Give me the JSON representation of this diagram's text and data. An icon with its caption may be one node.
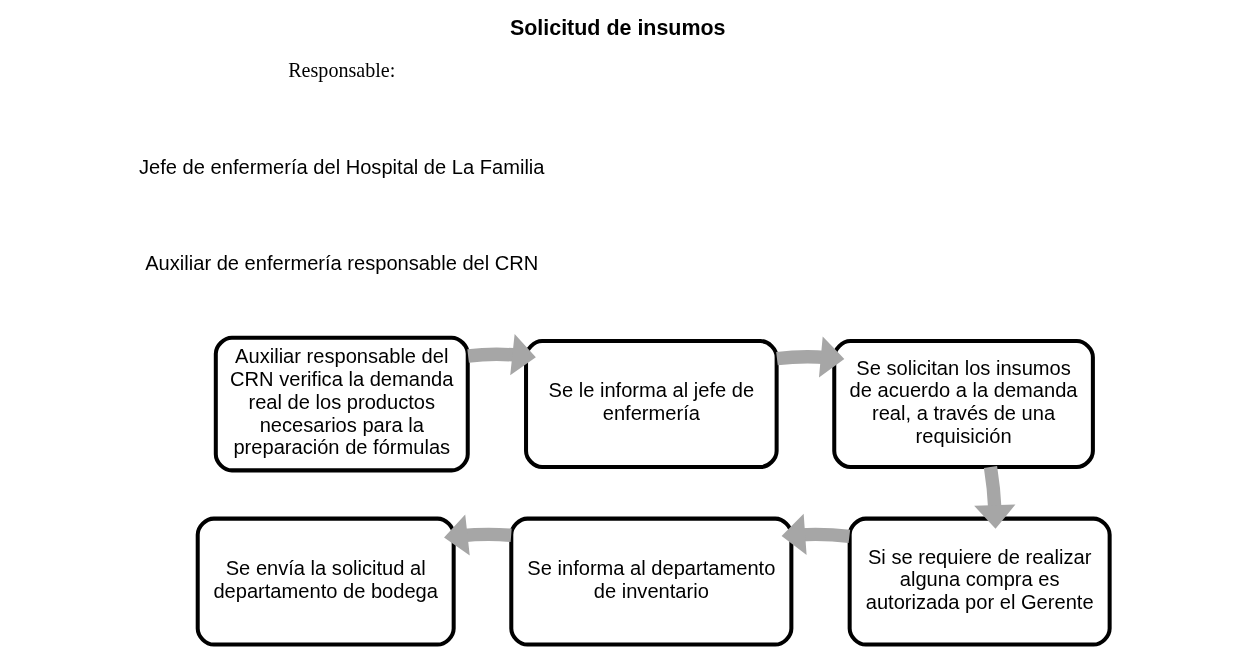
{
  "diagram": {
    "title": "Solicitud de insumos",
    "nodes": [
      {
        "text": [
          "Auxiliar responsable del CRN verifica la demanda real de los productos necesarios para la preparación de fórmulas"
        ]
      },
      {
        "text": [
          "Se le informa al jefe de enfermería"
        ]
      },
      {
        "text": [
          "Se solicitan los insumos de acuerdo a la demanda real, a través de una requisición"
        ]
      },
      {
        "text": [
          "Si se requiere de realizar alguna compra es autorizada por el Gerente"
        ]
      },
      {
        "text": [
          "Se informa al departamento de inventario"
        ]
      },
      {
        "text": [
          "Se envía la solicitud al departamento de bodega"
        ]
      }
    ],
    "edges": [
      {
        "from": 0,
        "to": 1,
        "arrow": "to"
      },
      {
        "from": 1,
        "to": 2,
        "arrow": "to"
      },
      {
        "from": 2,
        "to": 3,
        "arrow": "to"
      },
      {
        "from": 3,
        "to": 4,
        "arrow": "to"
      },
      {
        "from": 4,
        "to": 5,
        "arrow": "to"
      }
    ],
    "labels": [
      "Responsable:",
      "Jefe de enfermería del Hospital de La Familia",
      "Auxiliar de enfermería responsable del CRN"
    ]
  }
}
